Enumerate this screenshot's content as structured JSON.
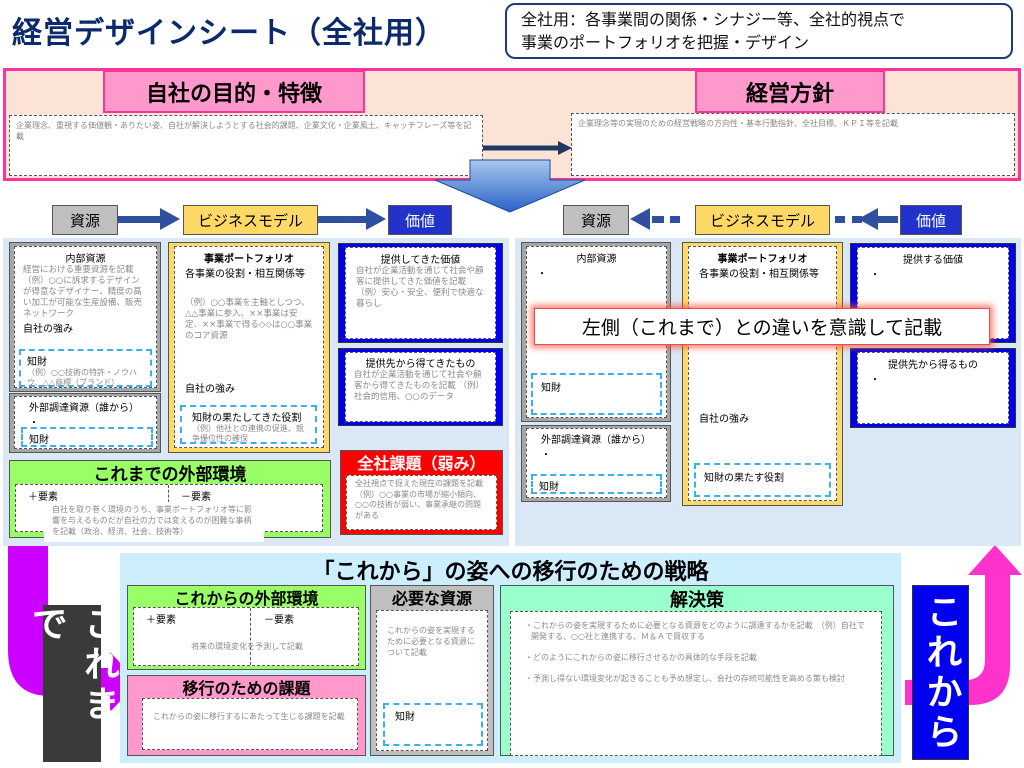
{
  "title": "経営デザインシート（全社用）",
  "callout": {
    "line1": "全社用：各事業間の関係・シナジー等、全社的視点で",
    "line2": "事業のポートフォリオを把握・デザイン"
  },
  "top": {
    "purpose_header": "自社の目的・特徴",
    "purpose_text": "企業理念、重視する価値観・ありたい姿、自社が解決しようとする社会的課題、企業文化・企業風土、キャッチフレーズ等を記載",
    "policy_header": "経営方針",
    "policy_text": "企業理念等の実現のための経営戦略の方向性・基本行動指針、全社目標、ＫＰＩ等を記載"
  },
  "flow": {
    "resource": "資源",
    "business_model": "ビジネスモデル",
    "value": "価値"
  },
  "past": {
    "internal_title": "内部資源",
    "internal_text": "経営における重要資源を記載 （例）○○に訴求するデザインが得意なデザイナー、精度の高い加工が可能な生産設備、販売ネットワーク",
    "strength": "自社の強み",
    "ip_title": "知財",
    "ip_text": "（例）○○技術の特許・ノウハウ、△△商標（ブランド）",
    "external_title": "外部調達資源（誰から）",
    "bullet": "・",
    "external_ip": "知財",
    "portfolio_title": "事業ポートフォリオ",
    "portfolio_sub": "各事業の役割・相互関係等",
    "portfolio_text": "（例）○○事業を主軸としつつ、△△事業に参入、××事業は安定、××事業で得る◇◇は○○事業のコア資源",
    "portfolio_strength": "自社の強み",
    "ip_role_title": "知財の果たしてきた役割",
    "ip_role_text": "（例）他社との連携の促進、競争優位性の確保",
    "value_title": "提供してきた価値",
    "value_text": "自社が企業活動を通じて社会や顧客に提供してきた価値を記載 （例）安心・安全、便利で快適な暮らし",
    "gain_title": "提供先から得てきたもの",
    "gain_text": "自社が企業活動を通じて社会や顧客から得てきたものを記載 （例）社会的信用、○○のデータ",
    "env_title": "これまでの外部環境",
    "plus": "＋要素",
    "minus": "－要素",
    "env_text": "自社を取り巻く環境のうち、事業ポートフォリオ等に影響を与えるものだが自社の力では変えるのが困難な事柄を記載（政治、経済、社会、技術等）",
    "issue_title": "全社課題（弱み）",
    "issue_text": "全社視点で捉えた現在の課題を記載 （例）○○事業の市場が縮小傾向、○○の技術が弱い、事業承継の問題がある"
  },
  "future": {
    "internal_title": "内部資源",
    "bullet": "・",
    "ip_title": "知財",
    "external_title": "外部調達資源（誰から）",
    "external_ip": "知財",
    "portfolio_title": "事業ポートフォリオ",
    "portfolio_sub": "各事業の役割・相互関係等",
    "strength": "自社の強み",
    "ip_role_title": "知財の果たす役割",
    "value_title": "提供する価値",
    "gain_title": "提供先から得るもの",
    "note": "左側（これまで）との違いを意識して記載"
  },
  "strategy": {
    "title": "「これから」の姿への移行のための戦略",
    "env_title": "これからの外部環境",
    "plus": "＋要素",
    "minus": "－要素",
    "env_text": "将来の環境変化を予測して記載",
    "issue_title": "移行のための課題",
    "issue_text": "これからの姿に移行するにあたって生じる課題を記載",
    "res_title": "必要な資源",
    "res_text": "これからの姿を実現するために必要となる資源について記載",
    "res_ip": "知財",
    "sol_title": "解決策",
    "sol_items": [
      "・これからの姿を実現するために必要となる資源をどのように調達するかを記載　（例）自社で開発する、○○社と連携する、Ｍ＆Ａで買収する",
      "・どのようにこれからの姿に移行させるかの具体的な手段を記載",
      "・予測し得ない環境変化が起きることも予め想定し、会社の存続可能性を高める策も検討"
    ]
  },
  "side": {
    "past": "これまで",
    "future": "これから"
  },
  "colors": {
    "pink": "#ff99cc",
    "magenta": "#ff33cc",
    "blue": "#0000ff",
    "green": "#99ff66",
    "red": "#ff0000",
    "aqua": "#99ffcc",
    "yellow": "#ffd966",
    "panel": "#dae8f5"
  }
}
